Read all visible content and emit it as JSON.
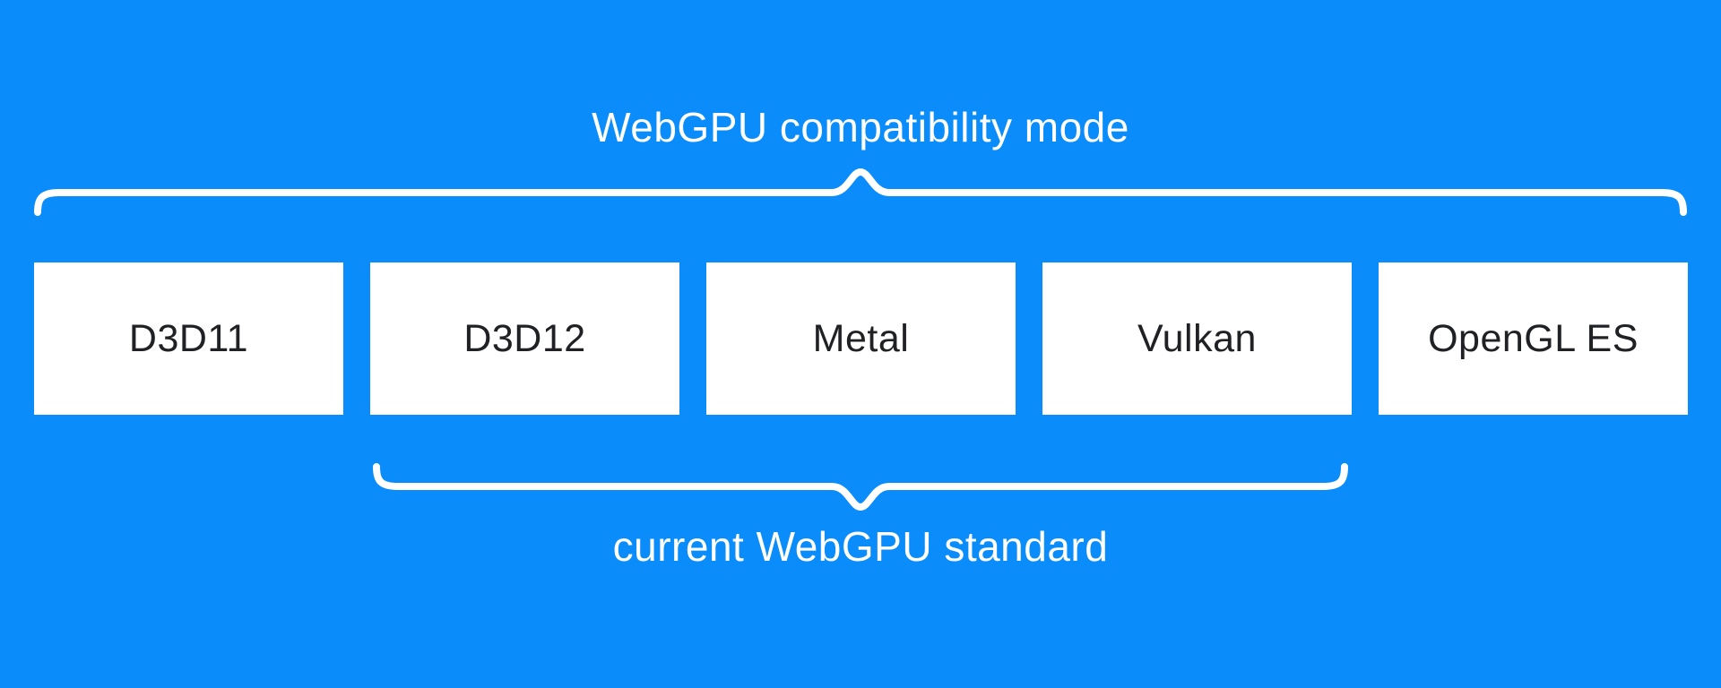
{
  "diagram": {
    "top_group": {
      "label": "WebGPU compatibility mode"
    },
    "bottom_group": {
      "label": "current WebGPU standard"
    },
    "boxes": [
      "D3D11",
      "D3D12",
      "Metal",
      "Vulkan",
      "OpenGL ES"
    ],
    "colors": {
      "background": "#0a8cfa",
      "box_background": "#ffffff",
      "box_text": "#202124",
      "label_text": "#ffffff",
      "brace": "#ffffff"
    }
  }
}
